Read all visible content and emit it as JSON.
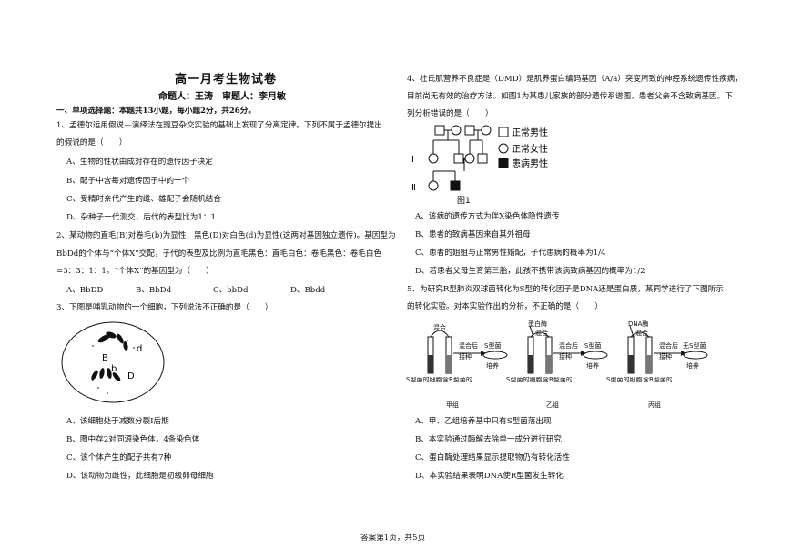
{
  "header": {
    "title": "高一月考生物试卷",
    "authors": "命题人：王涛　审题人：李月敏",
    "section1": "一、单项选择题：本题共13小题，每小题2分，共26分。"
  },
  "left": {
    "q1": {
      "stem1": "1、孟德尔运用假说—演绎法在豌豆杂交实验的基础上发现了分离定律。下列不属于孟德尔提出",
      "stem2": "的假说的是（　　）",
      "A": "A、生物的性状由成对存在的遗传因子决定",
      "B": "B、配子中含每对遗传因子中的一个",
      "C": "C、受精时亲代产生的雌、雄配子会随机结合",
      "D": "D、杂种子一代测交，后代的表型比为1：1"
    },
    "q2": {
      "stem1": "2、某动物的直毛(B)对卷毛(b)为显性，黑色(D)对白色(d)为显性(这两对基因独立遗传)。基因型为",
      "stem2": "BbDd的个体与“个体X”交配，子代的表型及比例为直毛黑色：直毛白色：卷毛黑色：卷毛白色",
      "stem3": "=3：3：1：1。“个体X”的基因型为（　　）",
      "A": "A、BbDD",
      "B": "B、BbDd",
      "C": "C、bbDd",
      "D": "D、Bbdd"
    },
    "q3": {
      "stem": "3、下图是哺乳动物的一个细胞，下列说法不正确的是（　　）",
      "labels": {
        "d": "d",
        "B": "B",
        "b": "b",
        "D": "D"
      },
      "A": "A、该细胞处于减数分裂Ⅰ后期",
      "B": "B、图中存2对同源染色体，4条染色体",
      "C": "C、该个体产生的配子共有7种",
      "D": "D、该动物为雌性，此细胞是初级卵母细胞"
    }
  },
  "right": {
    "q4": {
      "stem1": "4、杜氏肌营养不良症是（DMD）是肌养蛋白编码基因（A/a）突变所致的神经系统遗传性疾病，",
      "stem2": "目前尚无有效的治疗方法。如图1为某患儿家族的部分遗传系谱图，患者父亲不含致病基因。下",
      "stem3": "列分析错误的是（　　）",
      "gen": {
        "g1": "Ⅰ",
        "g2": "Ⅱ",
        "g3": "Ⅲ"
      },
      "legend": {
        "male": "正常男性",
        "female": "正常女性",
        "affected": "患病男性"
      },
      "fig": "图1",
      "A": "A、该病的遗传方式为伴X染色体隐性遗传",
      "B": "B、患者的致病基因来自其外祖母",
      "C": "C、患者的姐姐与正常男性婚配，子代患病的概率为1/4",
      "D": "D、若患者父母生育第三胎，此孩不携带该病致病基因的概率为1/2"
    },
    "q5": {
      "stem1": "5、为研究R型肺炎双球菌转化为S型的转化因子是DNA还是蛋白质，某同学进行了下图所示",
      "stem2": "的转化实验。对本实验作出的分析，不正确的是（　　）",
      "diagram": {
        "mix": "混合",
        "after": "混合后",
        "inoc": "接种",
        "culture": "培养",
        "s_bac": "S型菌",
        "no_s": "无S型菌",
        "extract": "S型菌的细胞提取物",
        "r_medium": "含R型菌的培养液",
        "protease": "蛋白酶",
        "dnase": "DNA酶",
        "g1": "甲组",
        "g2": "乙组",
        "g3": "丙组"
      },
      "A": "A、甲、乙组培养基中只有S型菌落出现",
      "B": "B、本实验通过酶解去除单一成分进行研究",
      "C": "C、蛋白酶处理结果显示提取物仍有转化活性",
      "D": "D、本实验结果表明DNA使R型菌发生转化"
    }
  },
  "footer": "答案第1页，共5页"
}
